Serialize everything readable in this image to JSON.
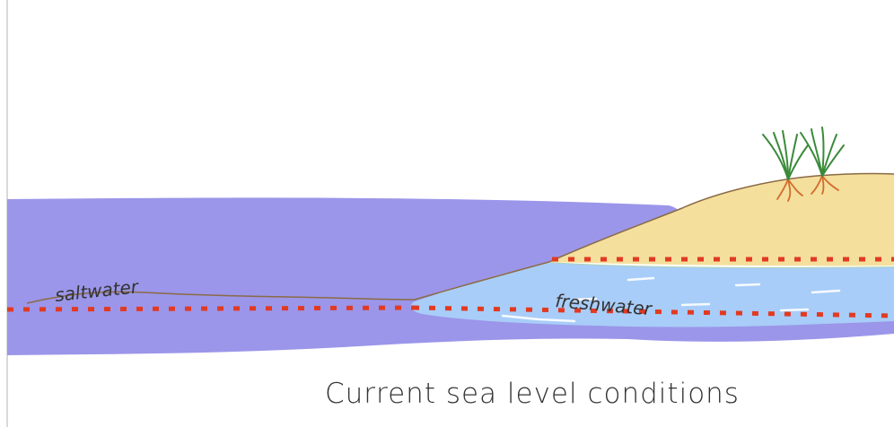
{
  "labels": {
    "saltwater": "saltwater",
    "freshwater": "freshwater",
    "caption": "Current sea level conditions"
  },
  "colors": {
    "saltwater": "#9b96e9",
    "freshwater": "#a8cdf8",
    "sand": "#f4df9d",
    "sand_outline": "#8a6a45",
    "sea_level_marker": "#e23a22",
    "grass": "#3a8a3a",
    "roots": "#d36c2e"
  }
}
